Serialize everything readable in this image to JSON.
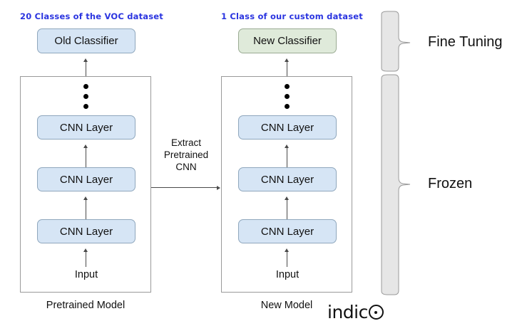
{
  "diagram": {
    "title_left": "20 Classes of the VOC dataset",
    "title_right": "1 Class of our custom dataset",
    "transfer_label_line1": "Extract",
    "transfer_label_line2": "Pretrained",
    "transfer_label_line3": "CNN",
    "logo_text": "indic",
    "colors": {
      "annotation_blue": "#2b35e0",
      "old_classifier_fill": "#d6e5f5",
      "new_classifier_fill": "#dfeada",
      "cnn_layer_fill": "#d6e5f5",
      "brace_fill": "#e6e6e6",
      "stroke_gray": "#9a9a9a",
      "text_black": "#111111"
    }
  },
  "left_model": {
    "classifier_label": "Old Classifier",
    "layers": [
      {
        "label": "CNN Layer"
      },
      {
        "label": "CNN Layer"
      },
      {
        "label": "CNN Layer"
      }
    ],
    "input_label": "Input",
    "caption": "Pretrained Model",
    "ellipsis_dots": 3
  },
  "right_model": {
    "classifier_label": "New Classifier",
    "layers": [
      {
        "label": "CNN Layer"
      },
      {
        "label": "CNN Layer"
      },
      {
        "label": "CNN Layer"
      }
    ],
    "input_label": "Input",
    "caption": "New Model",
    "ellipsis_dots": 3
  },
  "braces": [
    {
      "label": "Fine Tuning"
    },
    {
      "label": "Frozen"
    }
  ]
}
